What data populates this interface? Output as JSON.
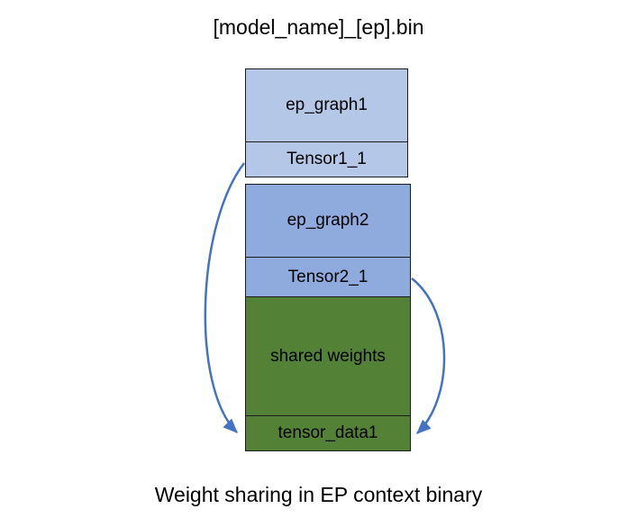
{
  "title": "[model_name]_[ep].bin",
  "caption": "Weight sharing in EP context binary",
  "diagram": {
    "blocks": [
      {
        "label": "ep_graph1",
        "color": "#b4c7e7"
      },
      {
        "label": "Tensor1_1",
        "color": "#b4c7e7"
      },
      {
        "label": "ep_graph2",
        "color": "#8faadc"
      },
      {
        "label": "Tensor2_1",
        "color": "#8faadc"
      },
      {
        "label": "shared weights",
        "color": "#538135"
      },
      {
        "label": "tensor_data1",
        "color": "#538135"
      }
    ],
    "arrows": [
      {
        "from": "Tensor1_1",
        "to": "tensor_data1",
        "side": "left"
      },
      {
        "from": "Tensor2_1",
        "to": "tensor_data1",
        "side": "right"
      }
    ],
    "colors": {
      "light_blue": "#b4c7e7",
      "medium_blue": "#8faadc",
      "green": "#538135",
      "arrow_blue": "#4472c4",
      "border": "#1c1c1c",
      "text": "#000000"
    }
  }
}
